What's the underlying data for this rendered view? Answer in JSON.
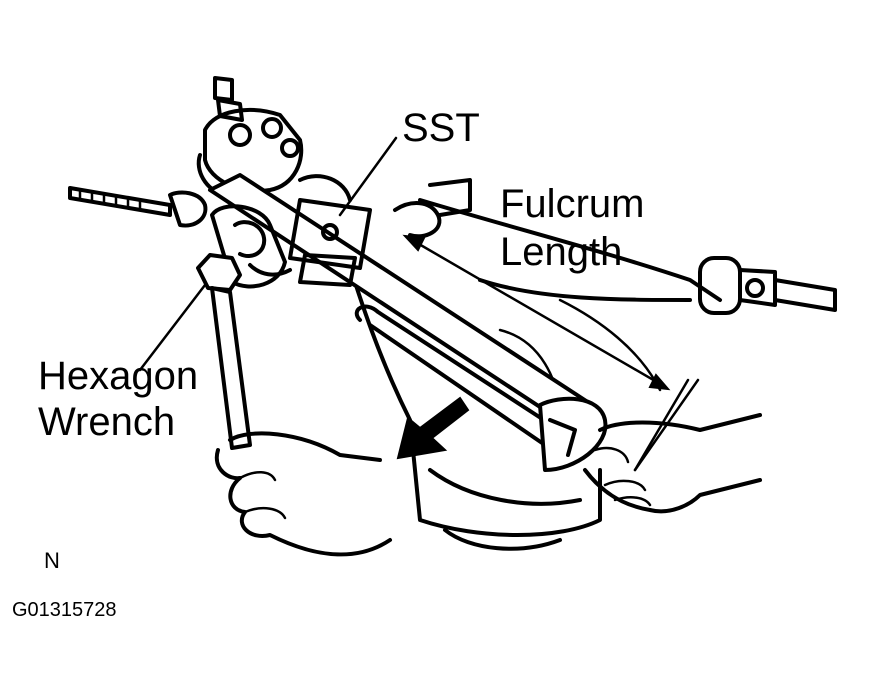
{
  "labels": {
    "sst": "SST",
    "fulcrum_line1": "Fulcrum",
    "fulcrum_line2": "Length",
    "hexagon_line1": "Hexagon",
    "hexagon_line2": "Wrench",
    "view_code": "N",
    "figure_code": "G01315728"
  },
  "colors": {
    "ink": "#000000",
    "paper": "#ffffff"
  }
}
